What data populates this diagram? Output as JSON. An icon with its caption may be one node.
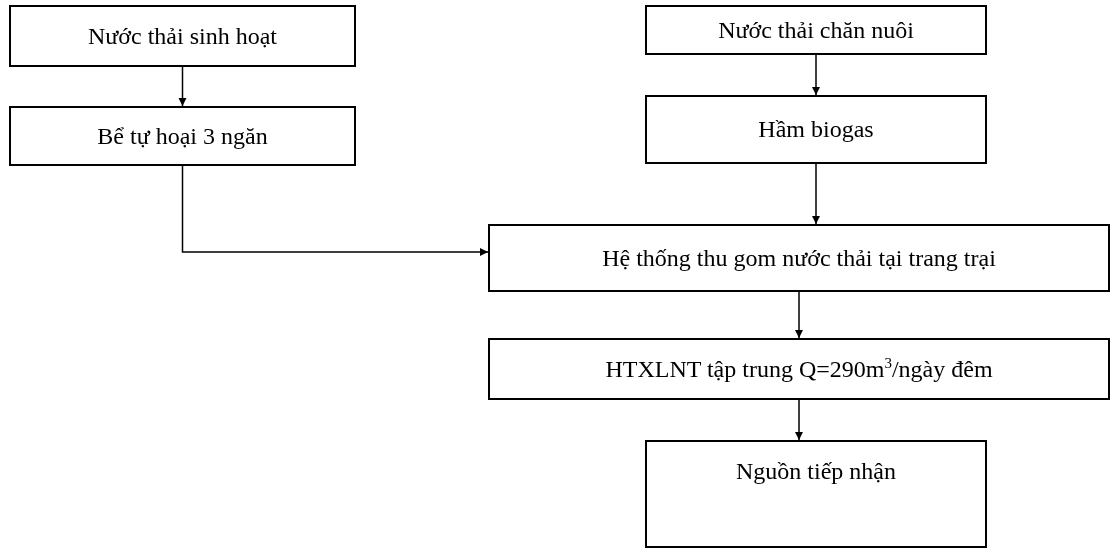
{
  "diagram": {
    "nodes": [
      {
        "text": [
          "Nước thải sinh hoạt"
        ]
      },
      {
        "text": [
          "Bể tự hoại 3 ngăn"
        ]
      },
      {
        "text": [
          "Nước thải chăn nuôi"
        ]
      },
      {
        "text": [
          "Hầm biogas"
        ]
      },
      {
        "text": [
          "Hệ thống thu gom nước thải tại trang trại"
        ]
      },
      {
        "text": [
          "HTXLNT tập trung Q=290m$^{3}$/ngày đêm"
        ]
      },
      {
        "text": [
          "Nguồn tiếp nhận"
        ]
      }
    ],
    "edges": [
      {
        "from": 0,
        "to": 1,
        "arrow": "to"
      },
      {
        "from": 1,
        "to": 4,
        "arrow": "to"
      },
      {
        "from": 2,
        "to": 3,
        "arrow": "to"
      },
      {
        "from": 3,
        "to": 4,
        "arrow": "to"
      },
      {
        "from": 4,
        "to": 5,
        "arrow": "to"
      },
      {
        "from": 5,
        "to": 6,
        "arrow": "to"
      }
    ]
  }
}
